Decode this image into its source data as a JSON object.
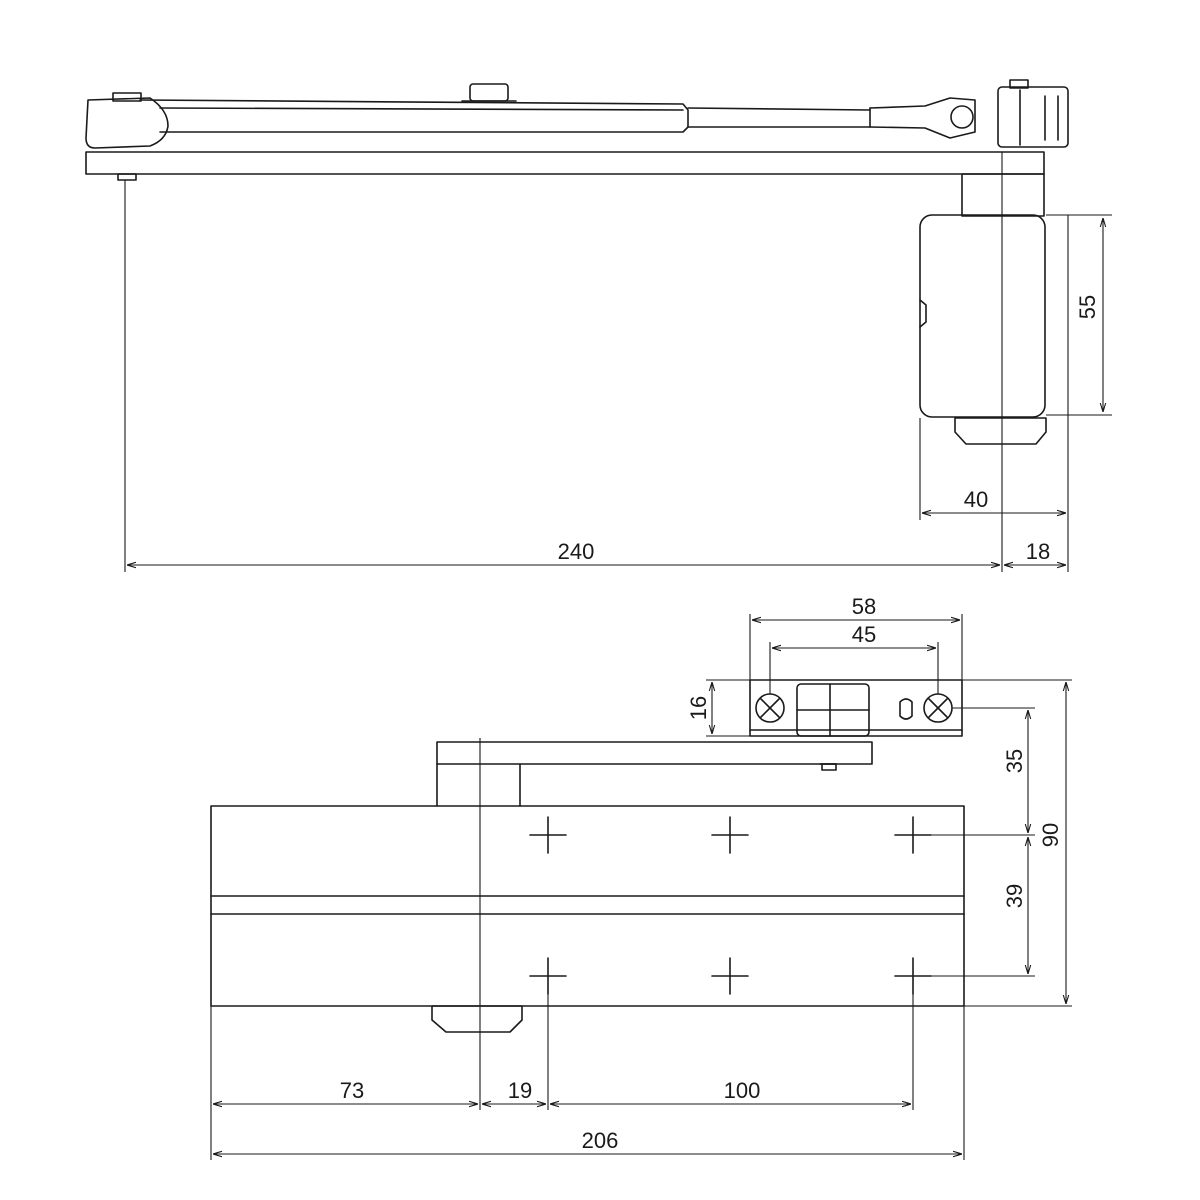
{
  "dimensions": {
    "arm_length": "240",
    "body_depth": "55",
    "body_width": "40",
    "offset": "18",
    "plate_outer": "58",
    "plate_holes": "45",
    "plate_height": "16",
    "bracket_to_hole": "35",
    "overall_height": "90",
    "hole_vertical": "39",
    "left_offset": "73",
    "shoe_to_hole": "19",
    "hole_spacing": "100",
    "overall_length": "206"
  }
}
